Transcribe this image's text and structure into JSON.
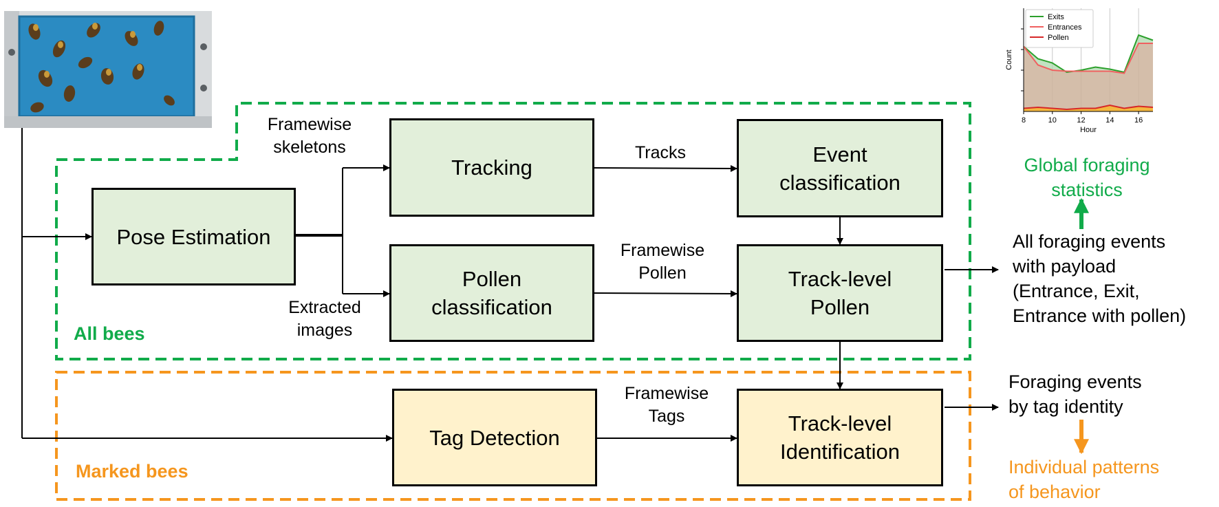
{
  "groups": {
    "all_bees": "All bees",
    "marked_bees": "Marked bees"
  },
  "boxes": {
    "pose": "Pose Estimation",
    "tracking": "Tracking",
    "pollen_cls": "Pollen\nclassification",
    "event_cls": "Event\nclassification",
    "track_pollen": "Track-level\nPollen",
    "tag_detection": "Tag Detection",
    "track_id": "Track-level\nIdentification"
  },
  "edge_labels": {
    "skeletons": "Framewise\nskeletons",
    "extracted": "Extracted\nimages",
    "tracks": "Tracks",
    "framewise_pollen": "Framewise\nPollen",
    "framewise_tags": "Framewise\nTags"
  },
  "outputs": {
    "all_events": "All foraging events\nwith payload\n(Entrance, Exit,\n Entrance with pollen)",
    "tag_events": "Foraging events\nby tag identity",
    "global_stats": "Global foraging\nstatistics",
    "individual": "Individual patterns\nof behavior"
  },
  "colors": {
    "green": "#11ab4a",
    "orange": "#f5961e",
    "box_green": "#e2efda",
    "box_yellow": "#fff2cc"
  },
  "chart_data": {
    "type": "area",
    "xlabel": "Hour",
    "ylabel": "Count",
    "xlim": [
      8,
      17
    ],
    "ylim": [
      0,
      10
    ],
    "xticks": [
      8,
      10,
      12,
      14,
      16
    ],
    "grid": "vertical",
    "legend": "top-left",
    "x": [
      8,
      9,
      10,
      11,
      12,
      13,
      14,
      15,
      16,
      17
    ],
    "series": [
      {
        "name": "Exits",
        "color": "#2ca02c",
        "values": [
          6.3,
          5.1,
          4.7,
          3.8,
          4.0,
          4.3,
          4.1,
          3.8,
          7.4,
          6.9
        ]
      },
      {
        "name": "Entrances",
        "color": "#f06060",
        "values": [
          6.3,
          4.5,
          4.0,
          3.9,
          3.9,
          3.9,
          3.9,
          3.7,
          6.6,
          6.6
        ]
      },
      {
        "name": "Pollen",
        "color": "#d62728",
        "values": [
          0.3,
          0.4,
          0.3,
          0.2,
          0.3,
          0.3,
          0.6,
          0.3,
          0.5,
          0.4
        ]
      }
    ]
  }
}
